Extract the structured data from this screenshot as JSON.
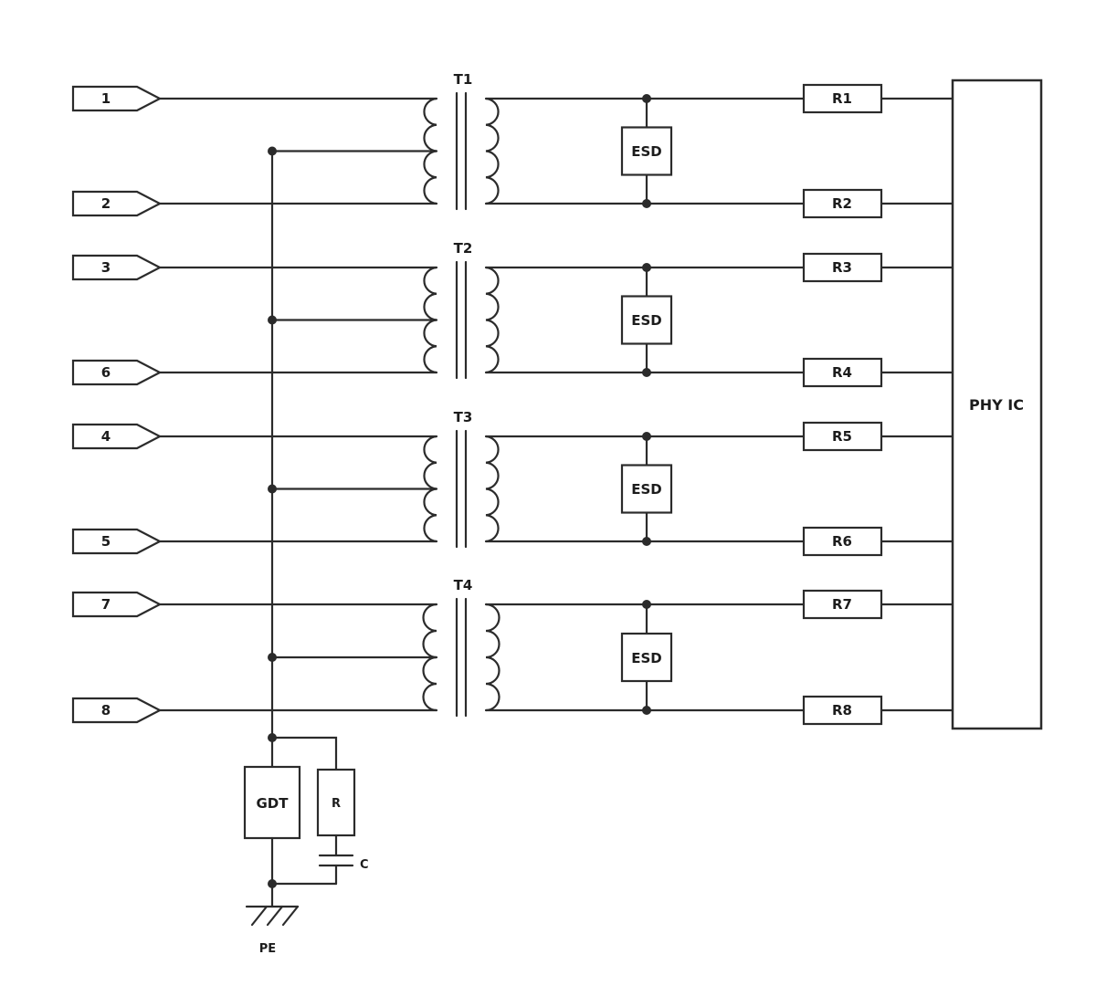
{
  "diagram": {
    "pins": [
      {
        "label": "1"
      },
      {
        "label": "2"
      },
      {
        "label": "3"
      },
      {
        "label": "6"
      },
      {
        "label": "4"
      },
      {
        "label": "5"
      },
      {
        "label": "7"
      },
      {
        "label": "8"
      }
    ],
    "transformers": [
      {
        "label": "T1"
      },
      {
        "label": "T2"
      },
      {
        "label": "T3"
      },
      {
        "label": "T4"
      }
    ],
    "esd": [
      {
        "label": "ESD"
      },
      {
        "label": "ESD"
      },
      {
        "label": "ESD"
      },
      {
        "label": "ESD"
      }
    ],
    "resistors": [
      {
        "label": "R1"
      },
      {
        "label": "R2"
      },
      {
        "label": "R3"
      },
      {
        "label": "R4"
      },
      {
        "label": "R5"
      },
      {
        "label": "R6"
      },
      {
        "label": "R7"
      },
      {
        "label": "R8"
      }
    ],
    "phy_ic": {
      "label": "PHY IC"
    },
    "protection": {
      "gdt": "GDT",
      "resistor": "R",
      "capacitor": "C",
      "earth": "PE"
    },
    "colors": {
      "line": "#2b2b2b",
      "text": "#1c1c1c",
      "background": "#ffffff"
    }
  }
}
